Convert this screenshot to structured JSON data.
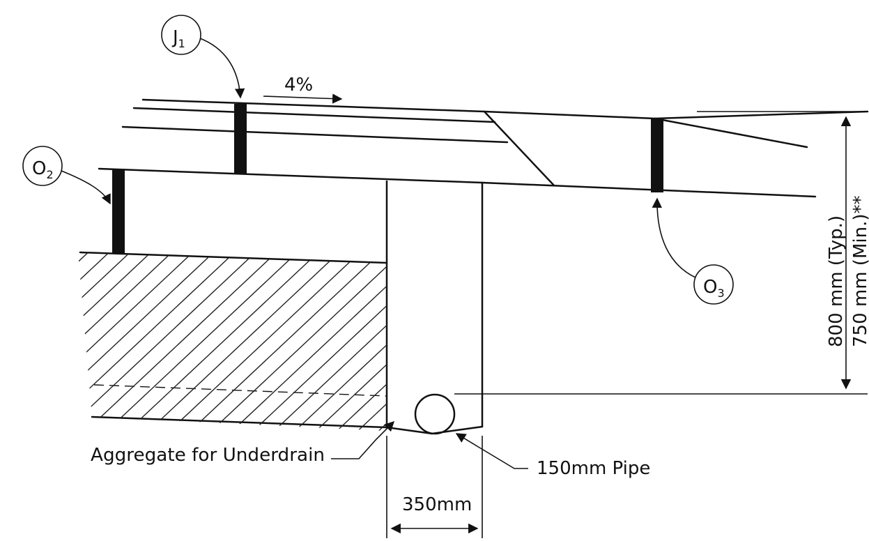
{
  "markers": {
    "j1": {
      "letter": "J",
      "sub": "1"
    },
    "o2": {
      "letter": "O",
      "sub": "2"
    },
    "o3": {
      "letter": "O",
      "sub": "3"
    }
  },
  "labels": {
    "slope": "4%",
    "aggregate": "Aggregate for Underdrain",
    "pipe": "150mm Pipe",
    "width": "350mm",
    "depth_typ": "800 mm (Typ.)",
    "depth_min": "750 mm (Min.)**"
  }
}
